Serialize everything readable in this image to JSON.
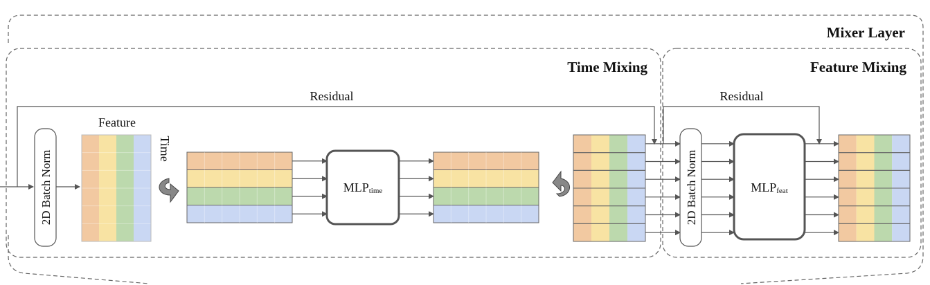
{
  "labels": {
    "mixer_layer": "Mixer Layer",
    "time_mixing": "Time Mixing",
    "feature_mixing": "Feature Mixing",
    "residual_time": "Residual",
    "residual_feat": "Residual",
    "feature": "Feature",
    "time": "Time",
    "batch_norm_1": "2D Batch Norm",
    "batch_norm_2": "2D Batch Norm",
    "mlp_time_main": "MLP",
    "mlp_time_sub": "time",
    "mlp_feat_main": "MLP",
    "mlp_feat_sub": "feat"
  },
  "colors": {
    "orange": "#f2c9a1",
    "yellow": "#f8e3a3",
    "green": "#bcd9ad",
    "blue": "#c9d7f3",
    "stroke": "#555555",
    "dashed": "#666666"
  }
}
